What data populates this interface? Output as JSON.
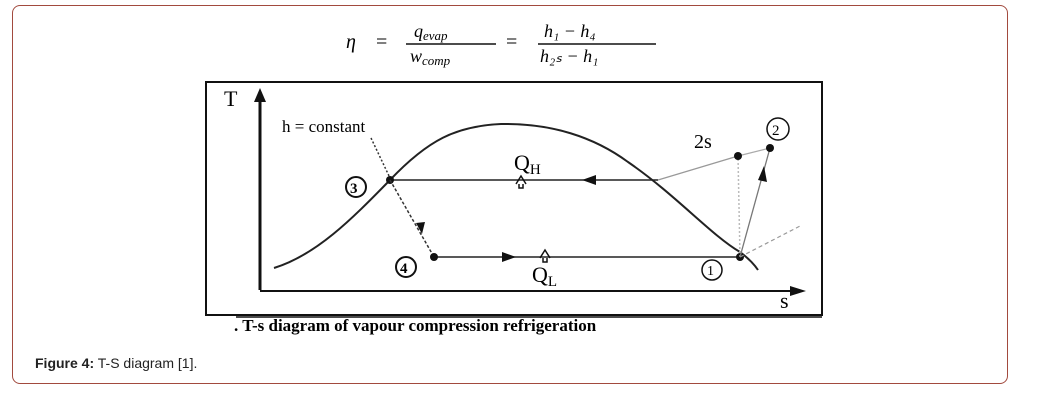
{
  "equation": {
    "lhs": "η",
    "eq1": "=",
    "frac1_num": "q",
    "frac1_num_sub": "evap",
    "frac1_den": "w",
    "frac1_den_sub": "comp",
    "eq2": "=",
    "frac2_num": "h₁ − h₄",
    "frac2_den": "h₂ₛ − h₁"
  },
  "diagram": {
    "y_axis_label": "T",
    "x_axis_label": "s",
    "h_constant_label": "h = constant",
    "heat_high_label": "Q",
    "heat_high_sub": "H",
    "heat_low_label": "Q",
    "heat_low_sub": "L",
    "state_2s_label": "2s",
    "state_1": "1",
    "state_2": "2",
    "state_3": "3",
    "state_4": "4",
    "bottom_caption": ". T-s diagram of vapour compression refrigeration"
  },
  "caption": {
    "label": "Figure 4:",
    "text": " T-S diagram [1]."
  },
  "colors": {
    "frame_border": "#a24a3e",
    "ink": "#111111"
  }
}
